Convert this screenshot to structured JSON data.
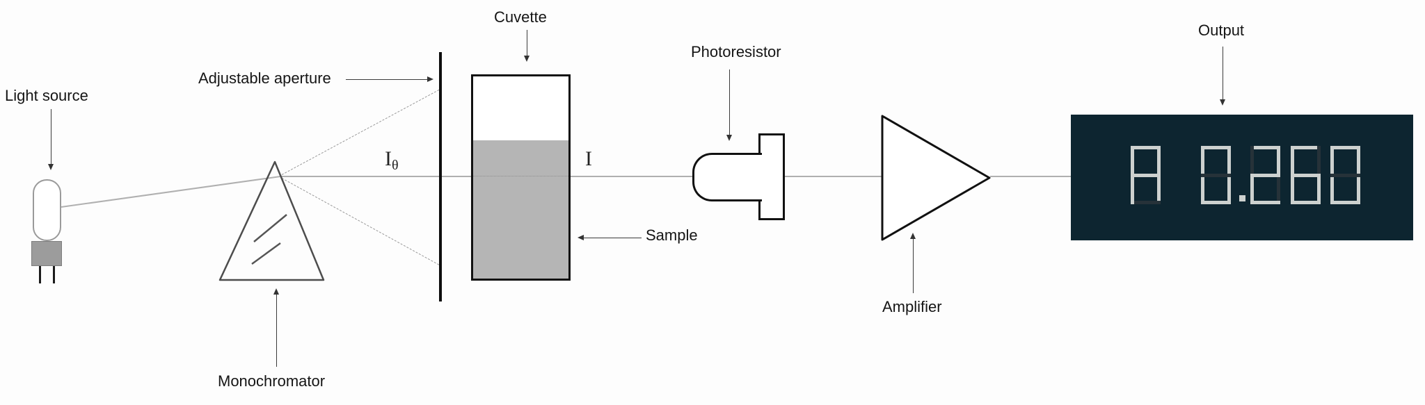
{
  "diagram": {
    "type": "spectrophotometer-schematic",
    "labels": {
      "light_source": "Light source",
      "monochromator": "Monochromator",
      "adjustable_aperture": "Adjustable aperture",
      "cuvette": "Cuvette",
      "sample": "Sample",
      "photoresistor": "Photoresistor",
      "amplifier": "Amplifier",
      "output": "Output"
    },
    "beam_labels": {
      "incident": "I",
      "incident_subscript": "θ",
      "transmitted": "I"
    },
    "display": {
      "value": "A 0.260",
      "background_color": "#0d2530",
      "segment_on_color": "#cdd1cf",
      "segment_off_color": "#263239"
    },
    "colors": {
      "beam": "#b0b0b0",
      "dashed_ray": "#999999",
      "ink": "#111111",
      "prism_stroke": "#4d4d4d",
      "sample_fill": "#b5b5b5",
      "bulb_base_fill": "#9c9c9c"
    }
  }
}
